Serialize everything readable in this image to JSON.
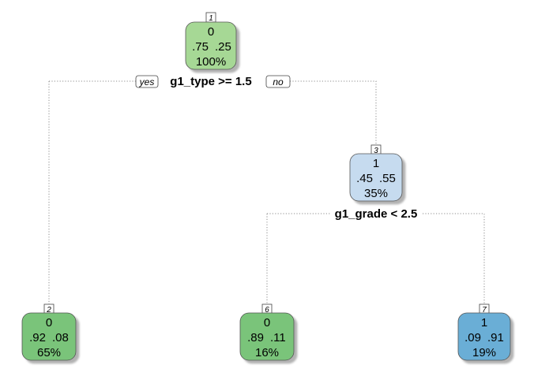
{
  "tree": {
    "nodes": [
      {
        "id": "1",
        "id_label": "1",
        "predicted_class": "0",
        "prob_0": ".75",
        "prob_1": ".25",
        "percent": "100%",
        "fill": "#a6d895"
      },
      {
        "id": "2",
        "id_label": "2",
        "predicted_class": "0",
        "prob_0": ".92",
        "prob_1": ".08",
        "percent": "65%",
        "fill": "#7ac47a"
      },
      {
        "id": "3",
        "id_label": "3",
        "predicted_class": "1",
        "prob_0": ".45",
        "prob_1": ".55",
        "percent": "35%",
        "fill": "#c6dbef"
      },
      {
        "id": "6",
        "id_label": "6",
        "predicted_class": "0",
        "prob_0": ".89",
        "prob_1": ".11",
        "percent": "16%",
        "fill": "#7ac47a"
      },
      {
        "id": "7",
        "id_label": "7",
        "predicted_class": "1",
        "prob_0": ".09",
        "prob_1": ".91",
        "percent": "19%",
        "fill": "#6aaed6"
      }
    ],
    "splits": [
      {
        "node": "1",
        "label": "g1_type >= 1.5",
        "yes_label": "yes",
        "no_label": "no"
      },
      {
        "node": "3",
        "label": "g1_grade < 2.5"
      }
    ]
  }
}
